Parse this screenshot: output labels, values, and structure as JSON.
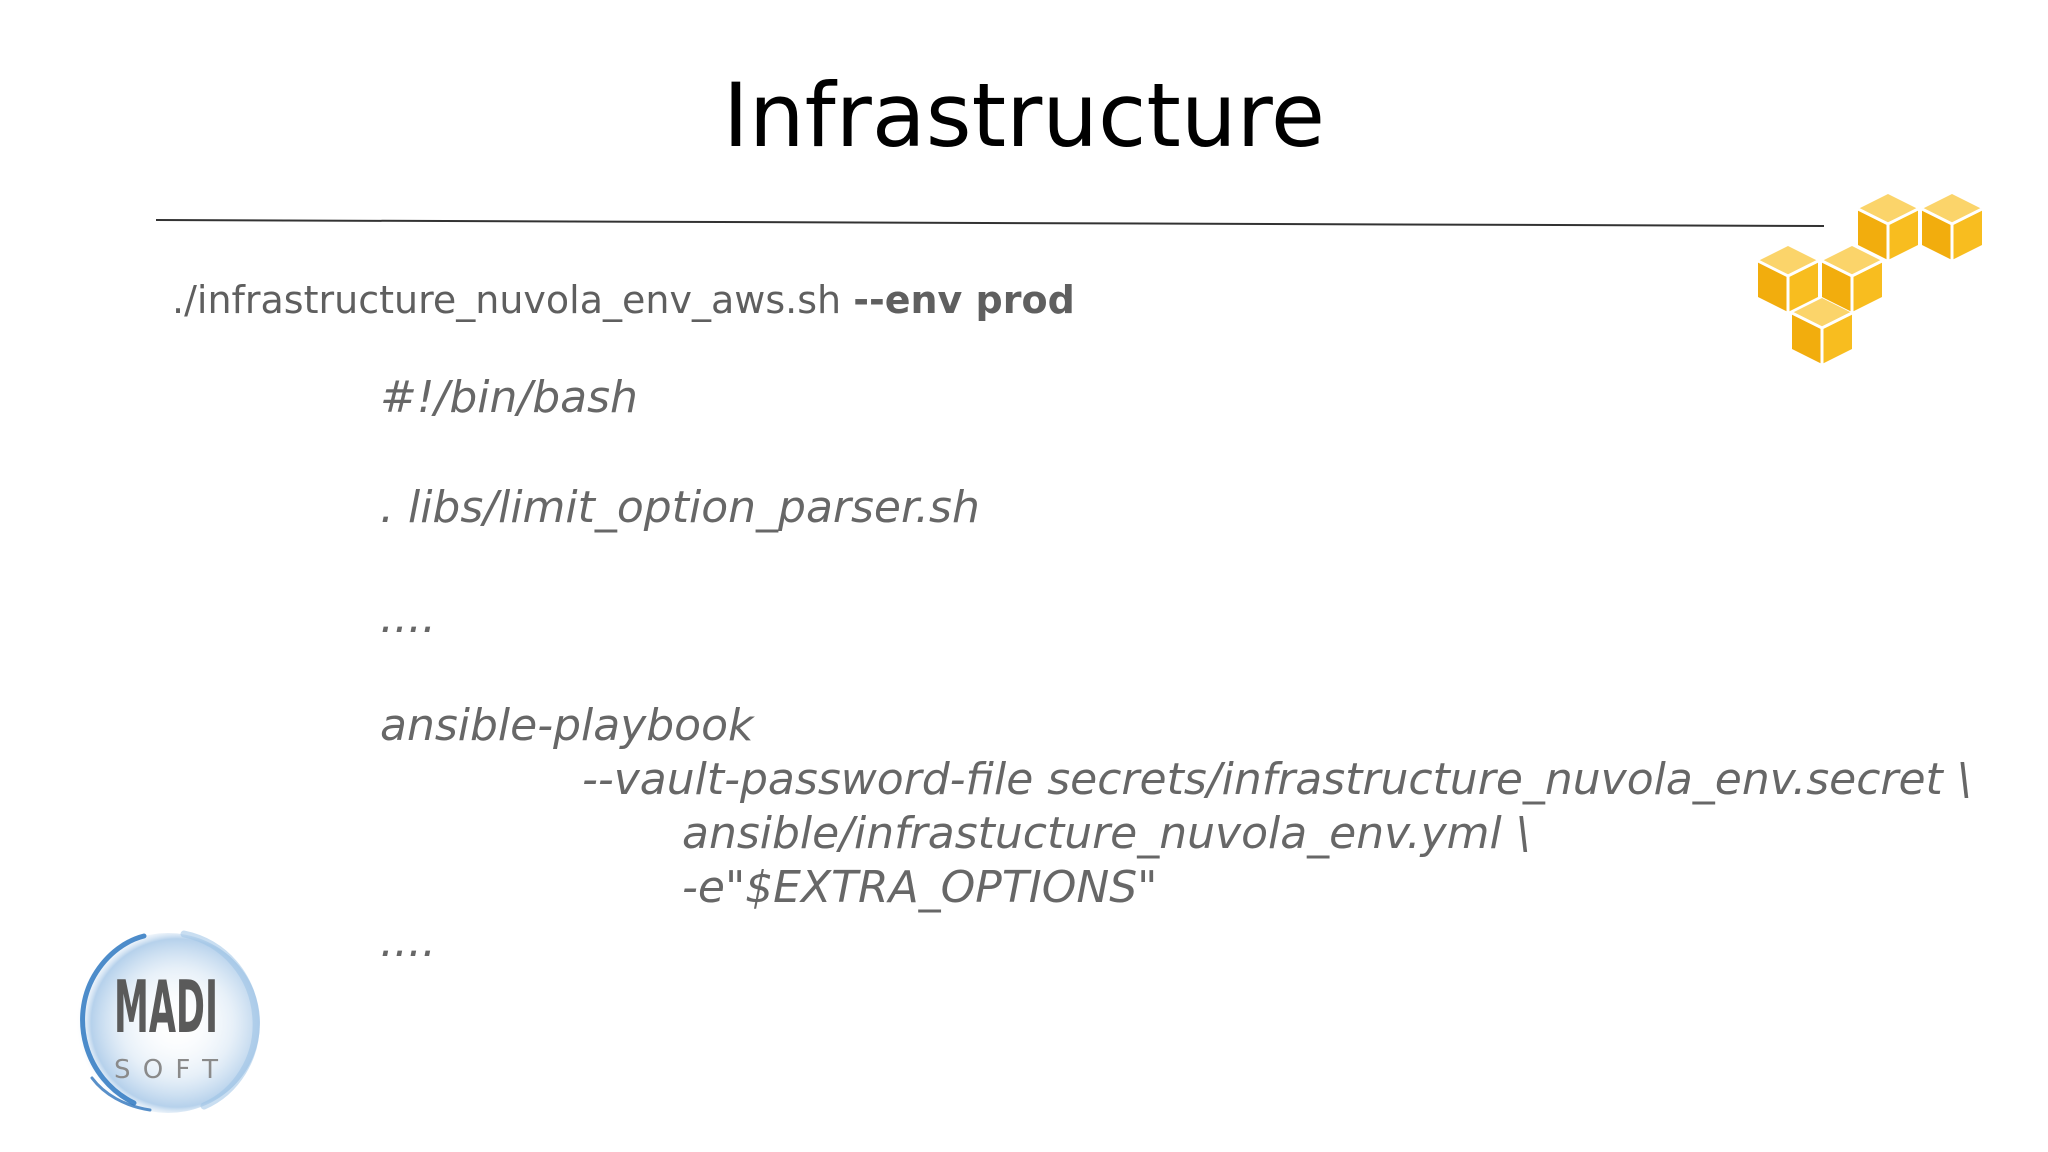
{
  "slide": {
    "title": "Infrastructure"
  },
  "command": {
    "path": "./infrastructure_nuvola_env_aws.sh",
    "option": "--env prod"
  },
  "script": {
    "lines": [
      "#!/bin/bash",
      ". libs/limit_option_parser.sh",
      "....",
      "ansible-playbook",
      "--vault-password-file secrets/infrastructure_nuvola_env.secret \\",
      "ansible/infrastucture_nuvola_env.yml \\",
      "-e\"$EXTRA_OPTIONS\"",
      "...."
    ]
  },
  "logos": {
    "aws_icon": "aws-cubes-icon",
    "aws_color": "#f7b716",
    "madisoft": {
      "line1": "MADI",
      "line2": "SOFT",
      "text_color": "#5a5a5a",
      "ring_color": "#3a7fc4"
    }
  }
}
